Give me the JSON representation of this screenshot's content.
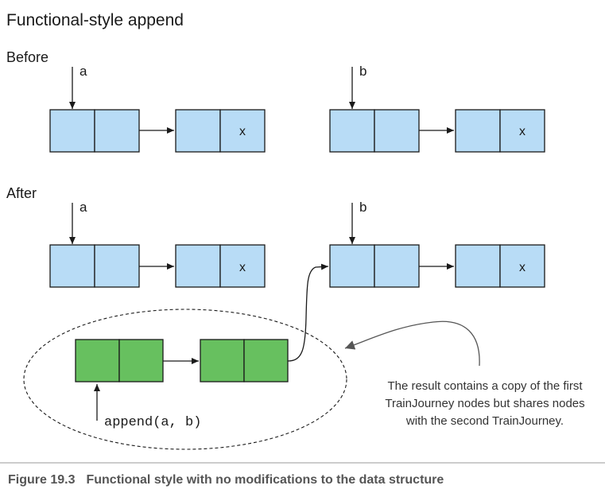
{
  "title": "Functional-style append",
  "sections": {
    "before": "Before",
    "after": "After"
  },
  "pointers": {
    "a": "a",
    "b": "b"
  },
  "cell_marker": "x",
  "code_label": "append(a, b)",
  "annotation": {
    "line1": "The result contains a copy of the first",
    "line2": "TrainJourney nodes but shares nodes",
    "line3": "with the second TrainJourney."
  },
  "caption": {
    "label": "Figure 19.3",
    "text": "Functional style with no modifications to the data structure"
  },
  "colors": {
    "original_node_fill": "#b8dcf6",
    "copied_node_fill": "#67c05f",
    "stroke": "#1a1a1a",
    "caption_rule": "#9a9a9a",
    "caption_text": "#555555"
  }
}
